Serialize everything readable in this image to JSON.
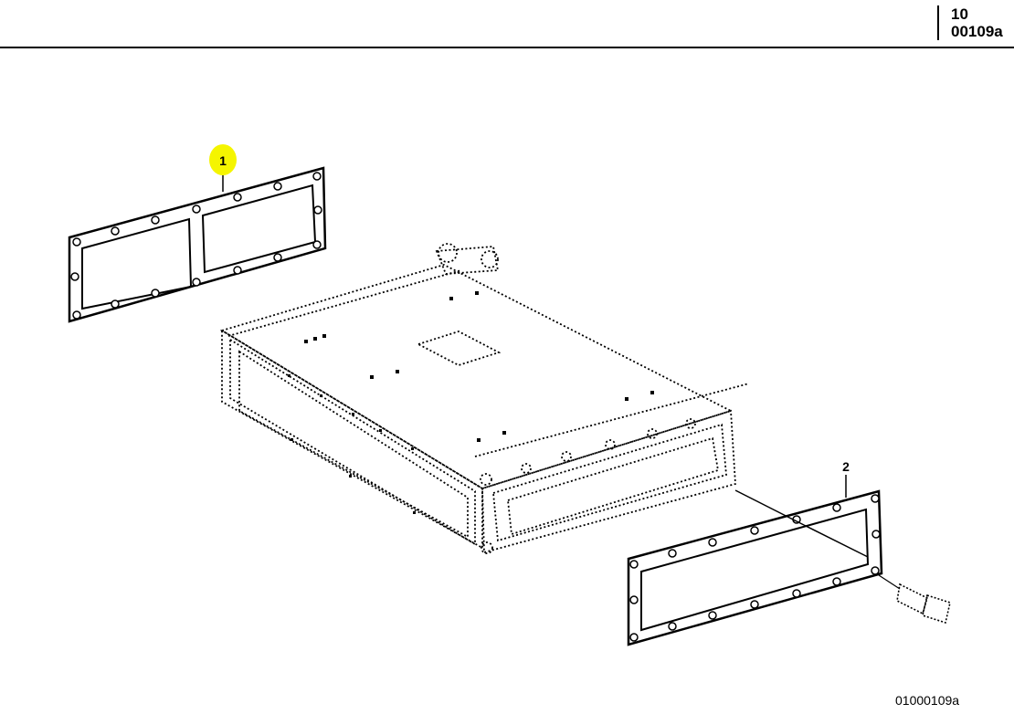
{
  "header": {
    "group_number": "10",
    "sheet_number": "00109a"
  },
  "callouts": [
    {
      "label": "1",
      "highlighted": true
    },
    {
      "label": "2",
      "highlighted": false
    }
  ],
  "footer": {
    "drawing_id": "01000109a"
  },
  "colors": {
    "highlight": "#f5f500",
    "line": "#000000",
    "background": "#ffffff"
  }
}
